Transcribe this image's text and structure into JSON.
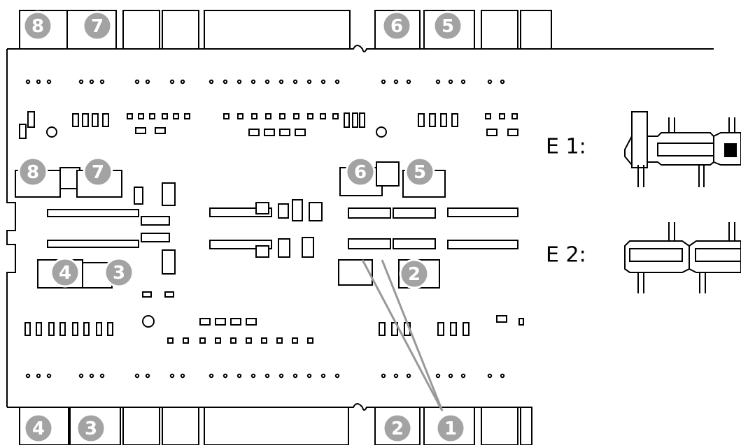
{
  "colors": {
    "outline": "#000000",
    "callout_fill": "#a3a3a3",
    "callout_text": "#ffffff",
    "leader": "#999999",
    "background": "#ffffff"
  },
  "callouts": {
    "top_connectors": [
      "8",
      "7",
      "6",
      "5"
    ],
    "board_upper": [
      "8",
      "7",
      "6",
      "5"
    ],
    "board_lower": [
      "4",
      "3",
      "2"
    ],
    "bottom_connectors": [
      "4",
      "3",
      "2",
      "1"
    ]
  },
  "jumpers": [
    {
      "label": "E 1:"
    },
    {
      "label": "E 2:"
    }
  ]
}
